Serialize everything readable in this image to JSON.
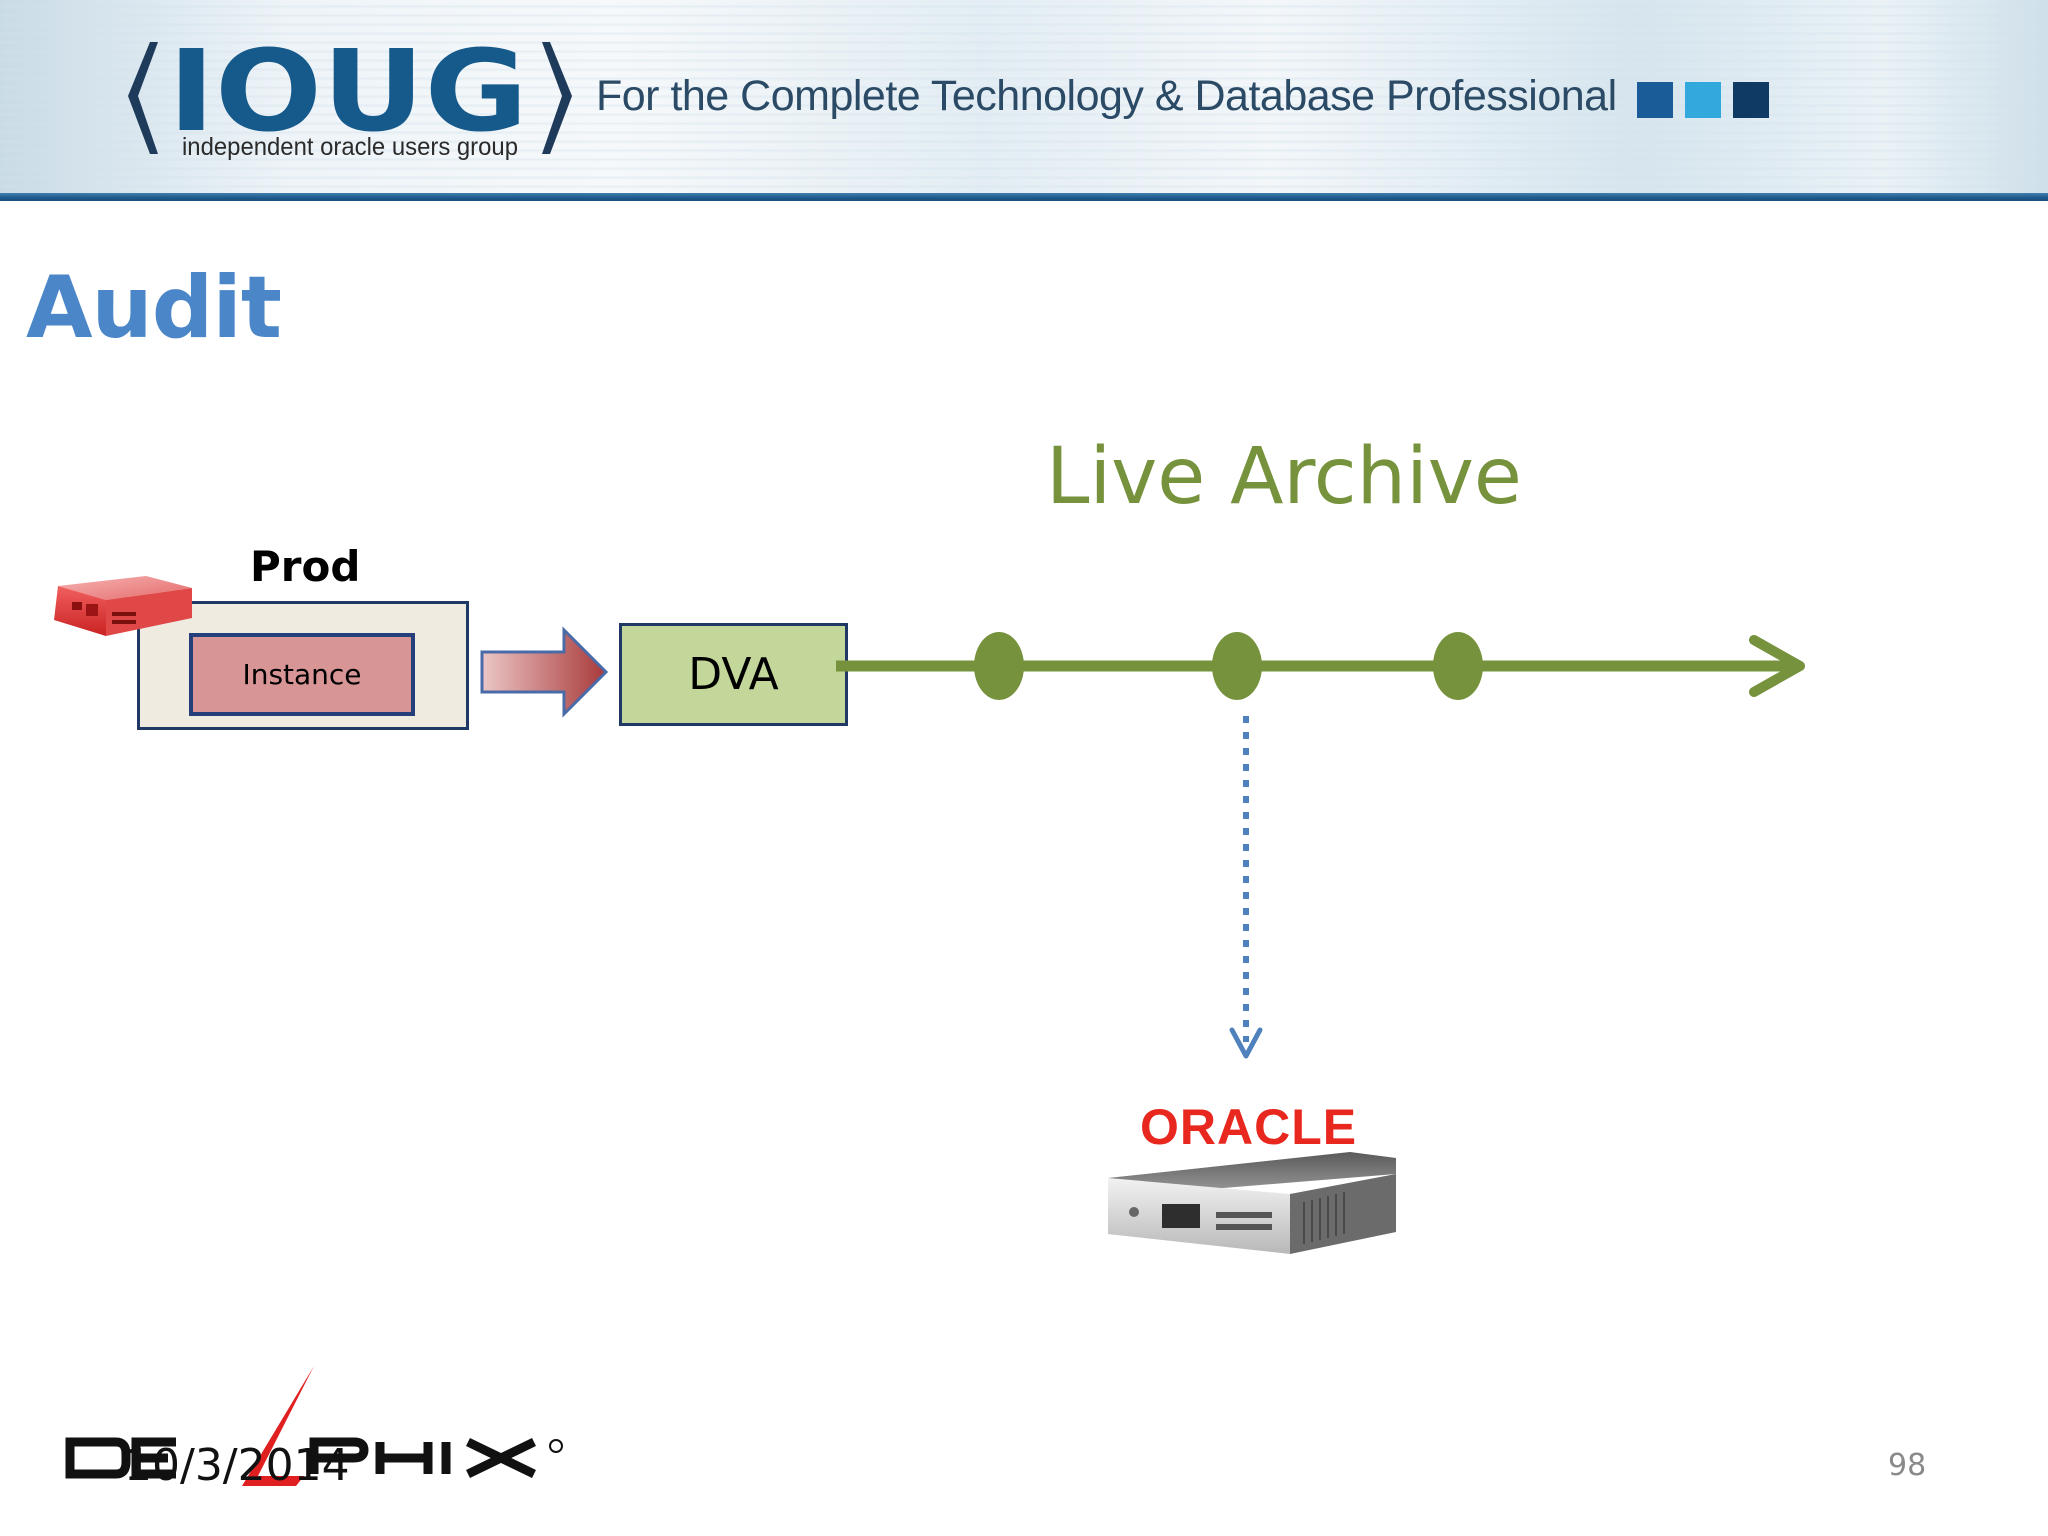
{
  "header": {
    "logo_text": "IOUG",
    "logo_subtitle": "independent oracle users group",
    "tagline": "For the Complete Technology & Database Professional",
    "square_colors": [
      "#1a5c97",
      "#33a8dc",
      "#0f3a63"
    ]
  },
  "slide": {
    "title": "Audit"
  },
  "diagram": {
    "timeline_label": "Live Archive",
    "prod_label": "Prod",
    "instance_label": "Instance",
    "dva_label": "DVA",
    "oracle_label": "ORACLE",
    "colors": {
      "timeline": "#76923c",
      "title": "#4a86c8",
      "dva_fill": "#c4d79b",
      "instance_fill": "#d79596",
      "dotted_arrow": "#4f81bd"
    }
  },
  "footer": {
    "brand": "DELPHIX",
    "date": "10/3/2014",
    "page_number": "98"
  }
}
